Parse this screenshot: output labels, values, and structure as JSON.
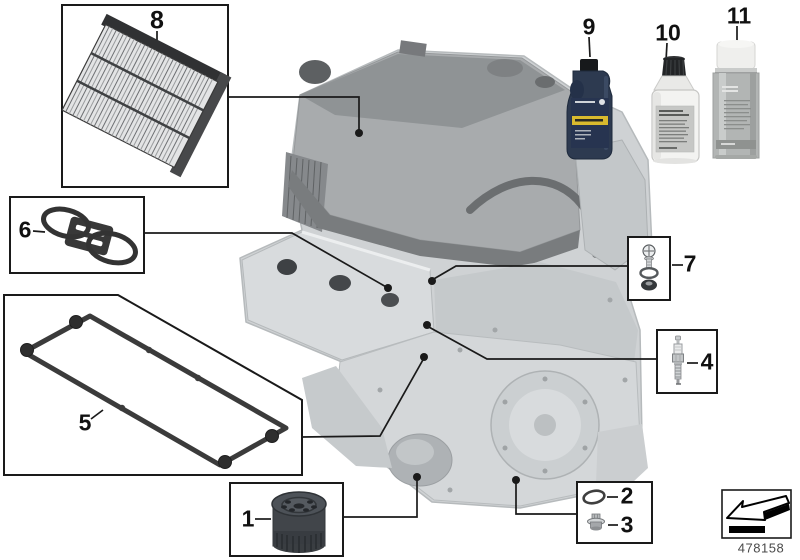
{
  "diagram": {
    "callouts": [
      {
        "label": "1"
      },
      {
        "label": "2"
      },
      {
        "label": "3"
      },
      {
        "label": "4"
      },
      {
        "label": "5"
      },
      {
        "label": "6"
      },
      {
        "label": "7"
      },
      {
        "label": "8"
      },
      {
        "label": "9"
      },
      {
        "label": "10"
      },
      {
        "label": "11"
      }
    ],
    "footer": {
      "diagram_number": "478158"
    },
    "icons": [
      {
        "name": "direction-arrow-icon"
      }
    ],
    "colors": {
      "background": "#ffffff",
      "line": "#1a1a1a",
      "box_border": "#1a1a1a",
      "engine_ghost_light": "#d0d3d5",
      "engine_ghost_dark": "#8f9395",
      "part_dark": "#3e4246",
      "oil_bottle_navy": "#2d3a50",
      "oil_label_accent_yellow": "#d9ba2e",
      "coolant_bottle_white": "#f3f3f1",
      "spray_can_gray": "#b2b5b4",
      "footer_text": "#4a4a4a"
    }
  }
}
